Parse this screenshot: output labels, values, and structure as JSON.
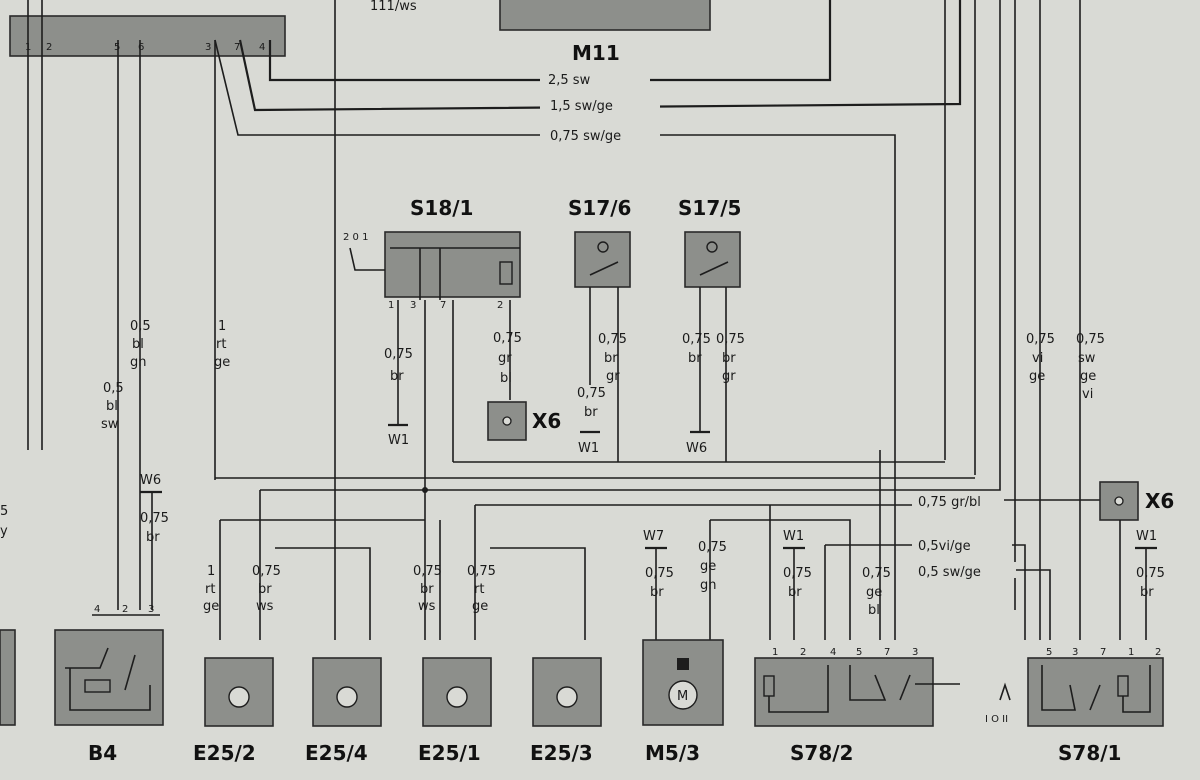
{
  "components": {
    "m11": "M11",
    "m11_partial": "111/ws",
    "s18_1": "S18/1",
    "s17_6": "S17/6",
    "s17_5": "S17/5",
    "b4": "B4",
    "e25_2": "E25/2",
    "e25_4": "E25/4",
    "e25_1": "E25/1",
    "e25_3": "E25/3",
    "m5_3": "M5/3",
    "s78_2": "S78/2",
    "s78_1": "S78/1",
    "x6_a": "X6",
    "x6_b": "X6"
  },
  "grounds": {
    "w1_s18": "W1",
    "w1_s17_6": "W1",
    "w6_s17_5": "W6",
    "w6_b4": "W6",
    "w7_m5": "W7",
    "w1_s78_2": "W1",
    "w1_s78_1": "W1"
  },
  "bus_wires": {
    "w25sw": "2,5 sw",
    "w15swge": "1,5 sw/ge",
    "w075swge": "0,75 sw/ge",
    "w075grbl": "0,75 gr/bl",
    "w05vige": "0,5vi/ge",
    "w05swge": "0,5 sw/ge"
  },
  "top_connector_pins": [
    "1",
    "2",
    "5",
    "6",
    "3",
    "7",
    "4"
  ],
  "s18_switch_positions": "2 0 1",
  "s18_pins": [
    "1",
    "3",
    "7",
    "2"
  ],
  "b4_pins": [
    "4",
    "2",
    "3"
  ],
  "s78_2_pins": [
    "1",
    "2",
    "4",
    "5",
    "7",
    "3"
  ],
  "s78_1_pins": [
    "5",
    "3",
    "7",
    "1",
    "2"
  ],
  "s78_1_switch_positions": "I O II",
  "m5_symbol": "M",
  "wire_labels": {
    "b4_bl_gn": [
      "0,5",
      "bl",
      "gn"
    ],
    "b4_bl_sw": [
      "0,5",
      "bl",
      "sw"
    ],
    "b4_br": [
      "0,75",
      "br"
    ],
    "rt_ge_upper": [
      "1",
      "rt",
      "ge"
    ],
    "e25_2_rt_ge": [
      "1",
      "rt",
      "ge"
    ],
    "e25_2_ws": [
      "0,75",
      "br",
      "ws"
    ],
    "e25_1_ws": [
      "0,75",
      "br",
      "ws"
    ],
    "e25_1_rt_ge": [
      "0,75",
      "rt",
      "ge"
    ],
    "s18_br": [
      "0,75",
      "br"
    ],
    "s18_gr_bl": [
      "0,75",
      "gr",
      "bl"
    ],
    "s17_6_br": [
      "0,75",
      "br"
    ],
    "s17_6_br_gr": [
      "0,75",
      "br",
      "gr"
    ],
    "s17_5_br": [
      "0,75",
      "br"
    ],
    "s17_5_br_gr": [
      "0,75",
      "br",
      "gr"
    ],
    "m5_br": [
      "0,75",
      "br"
    ],
    "m5_ge_gn": [
      "0,75",
      "ge",
      "gn"
    ],
    "s78_2_br": [
      "0,75",
      "br"
    ],
    "s78_2_ge_bl": [
      "0,75",
      "ge",
      "bl"
    ],
    "right_vi_ge": [
      "0,75",
      "vi",
      "ge"
    ],
    "right_sw_ge_vi": [
      "0,75",
      "sw",
      "ge",
      "vi"
    ],
    "s78_1_br": [
      "0,75",
      "br"
    ],
    "left_edge": [
      "5",
      "y"
    ]
  }
}
